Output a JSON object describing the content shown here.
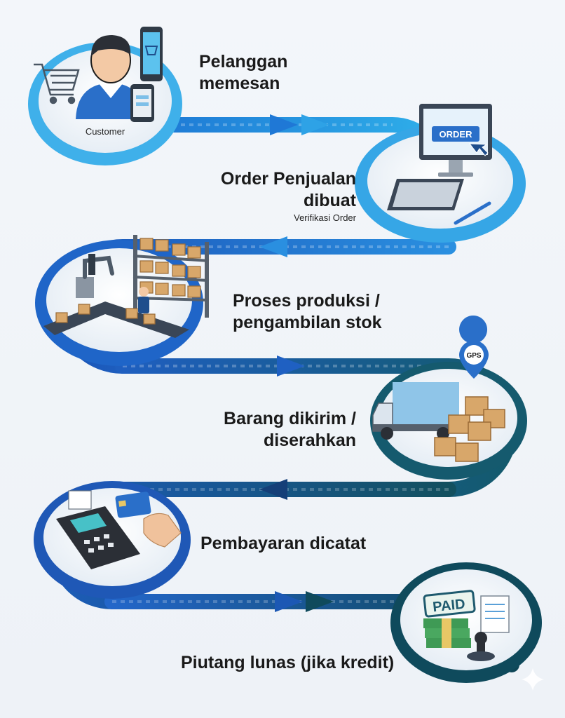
{
  "steps": [
    {
      "label": "Pelanggan\nmemesan",
      "sub": "Customer"
    },
    {
      "label": "Order Penjualan\ndibuat",
      "sub": "Verifikasi Order"
    },
    {
      "label": "Proses produksi /\npengambilan stok"
    },
    {
      "label": "Barang dikirim /\ndiserahkan"
    },
    {
      "label": "Pembayaran dicatat"
    },
    {
      "label": "Piutang lunas (jika kredit)"
    }
  ],
  "illustrations": {
    "customer": "customer-with-cart-and-phones-icon",
    "order_screen_text": "ORDER",
    "factory": "factory-conveyor-warehouse-icon",
    "truck": "delivery-truck-with-boxes-icon",
    "gps_text": "GPS",
    "payment": "card-payment-terminal-icon",
    "paid_text": "PAID"
  },
  "colors": {
    "light_blue": "#2fa3e6",
    "mid_blue": "#1f63c4",
    "dark_teal": "#155a6e",
    "arrow_light": "#3fb2ea",
    "arrow_dark": "#0f4a5c"
  }
}
